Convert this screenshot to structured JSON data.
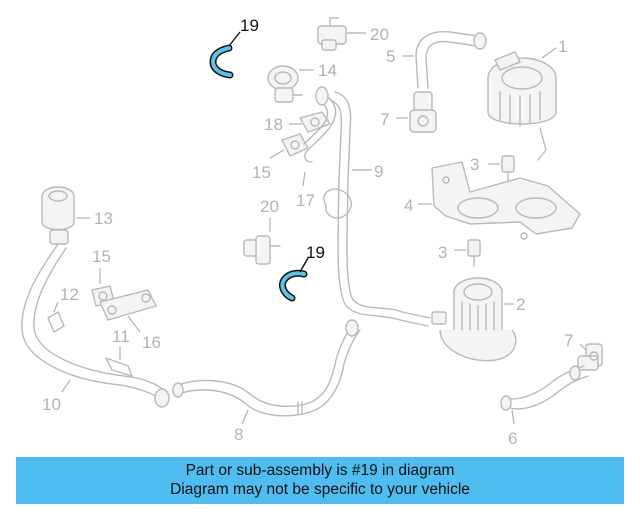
{
  "banner": {
    "line1": "Part or sub-assembly is #19 in diagram",
    "line2": "Diagram may not be specific to your vehicle",
    "color": "#4fbdf0"
  },
  "highlighted_part": "19",
  "callouts": [
    "19",
    "20",
    "5",
    "1",
    "14",
    "7",
    "18",
    "3",
    "15",
    "9",
    "17",
    "4",
    "13",
    "20",
    "19",
    "3",
    "15",
    "12",
    "2",
    "16",
    "11",
    "7",
    "10",
    "8",
    "6"
  ]
}
